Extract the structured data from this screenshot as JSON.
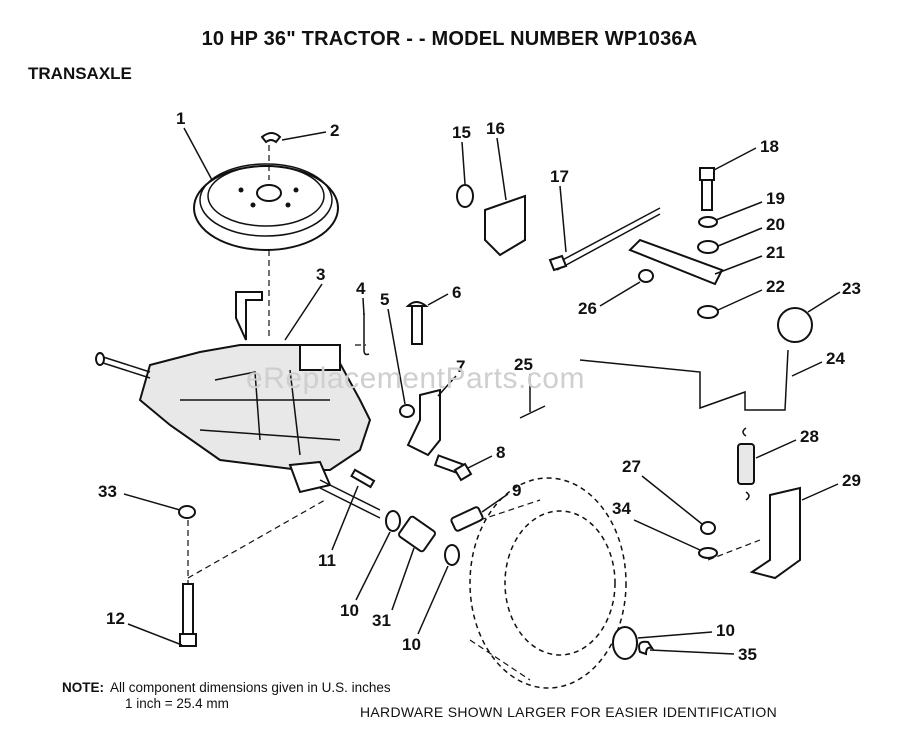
{
  "title": "10 HP 36\" TRACTOR - - MODEL NUMBER WP1036A",
  "section": "TRANSAXLE",
  "note": {
    "label": "NOTE:",
    "line1": "All component dimensions given in U.S. inches",
    "line2": "1 inch = 25.4 mm"
  },
  "hardware_note": "HARDWARE SHOWN LARGER FOR EASIER IDENTIFICATION",
  "watermark": "eReplacementParts.com",
  "callouts": [
    "1",
    "2",
    "3",
    "4",
    "5",
    "6",
    "7",
    "8",
    "9",
    "10",
    "11",
    "12",
    "15",
    "16",
    "17",
    "18",
    "19",
    "20",
    "21",
    "22",
    "23",
    "24",
    "25",
    "26",
    "27",
    "28",
    "29",
    "31",
    "33",
    "34",
    "35",
    "10",
    "10"
  ]
}
